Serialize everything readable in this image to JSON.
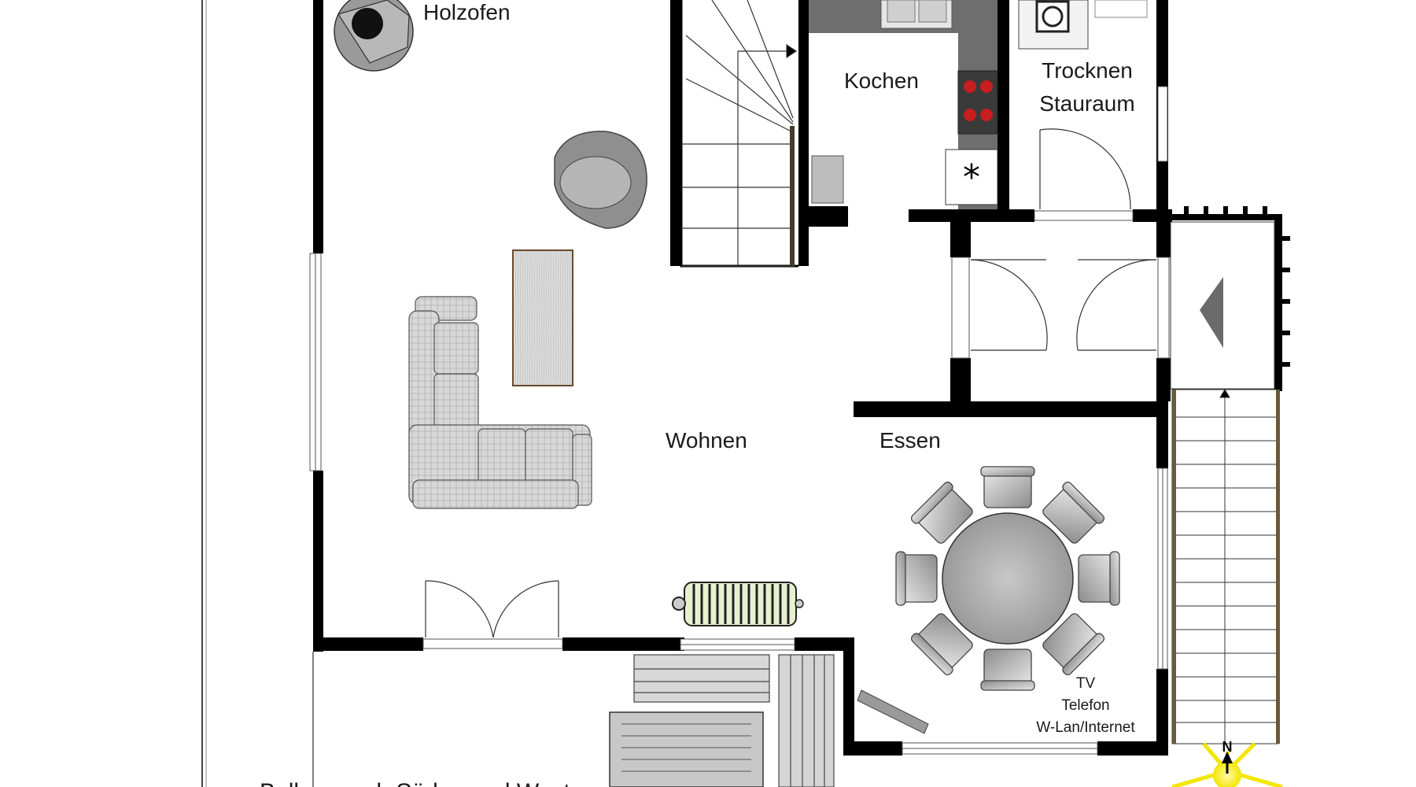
{
  "plan": {
    "rooms": {
      "holzofen": "Holzofen",
      "kochen": "Kochen",
      "trocknen": "Trocknen",
      "stauraum": "Stauraum",
      "wohnen": "Wohnen",
      "essen": "Essen"
    },
    "info": {
      "tv": "TV",
      "telefon": "Telefon",
      "wlan": "W-Lan/Internet"
    },
    "balcony_caption": "Balkon nach Süden und Westen",
    "compass_north": "N"
  }
}
